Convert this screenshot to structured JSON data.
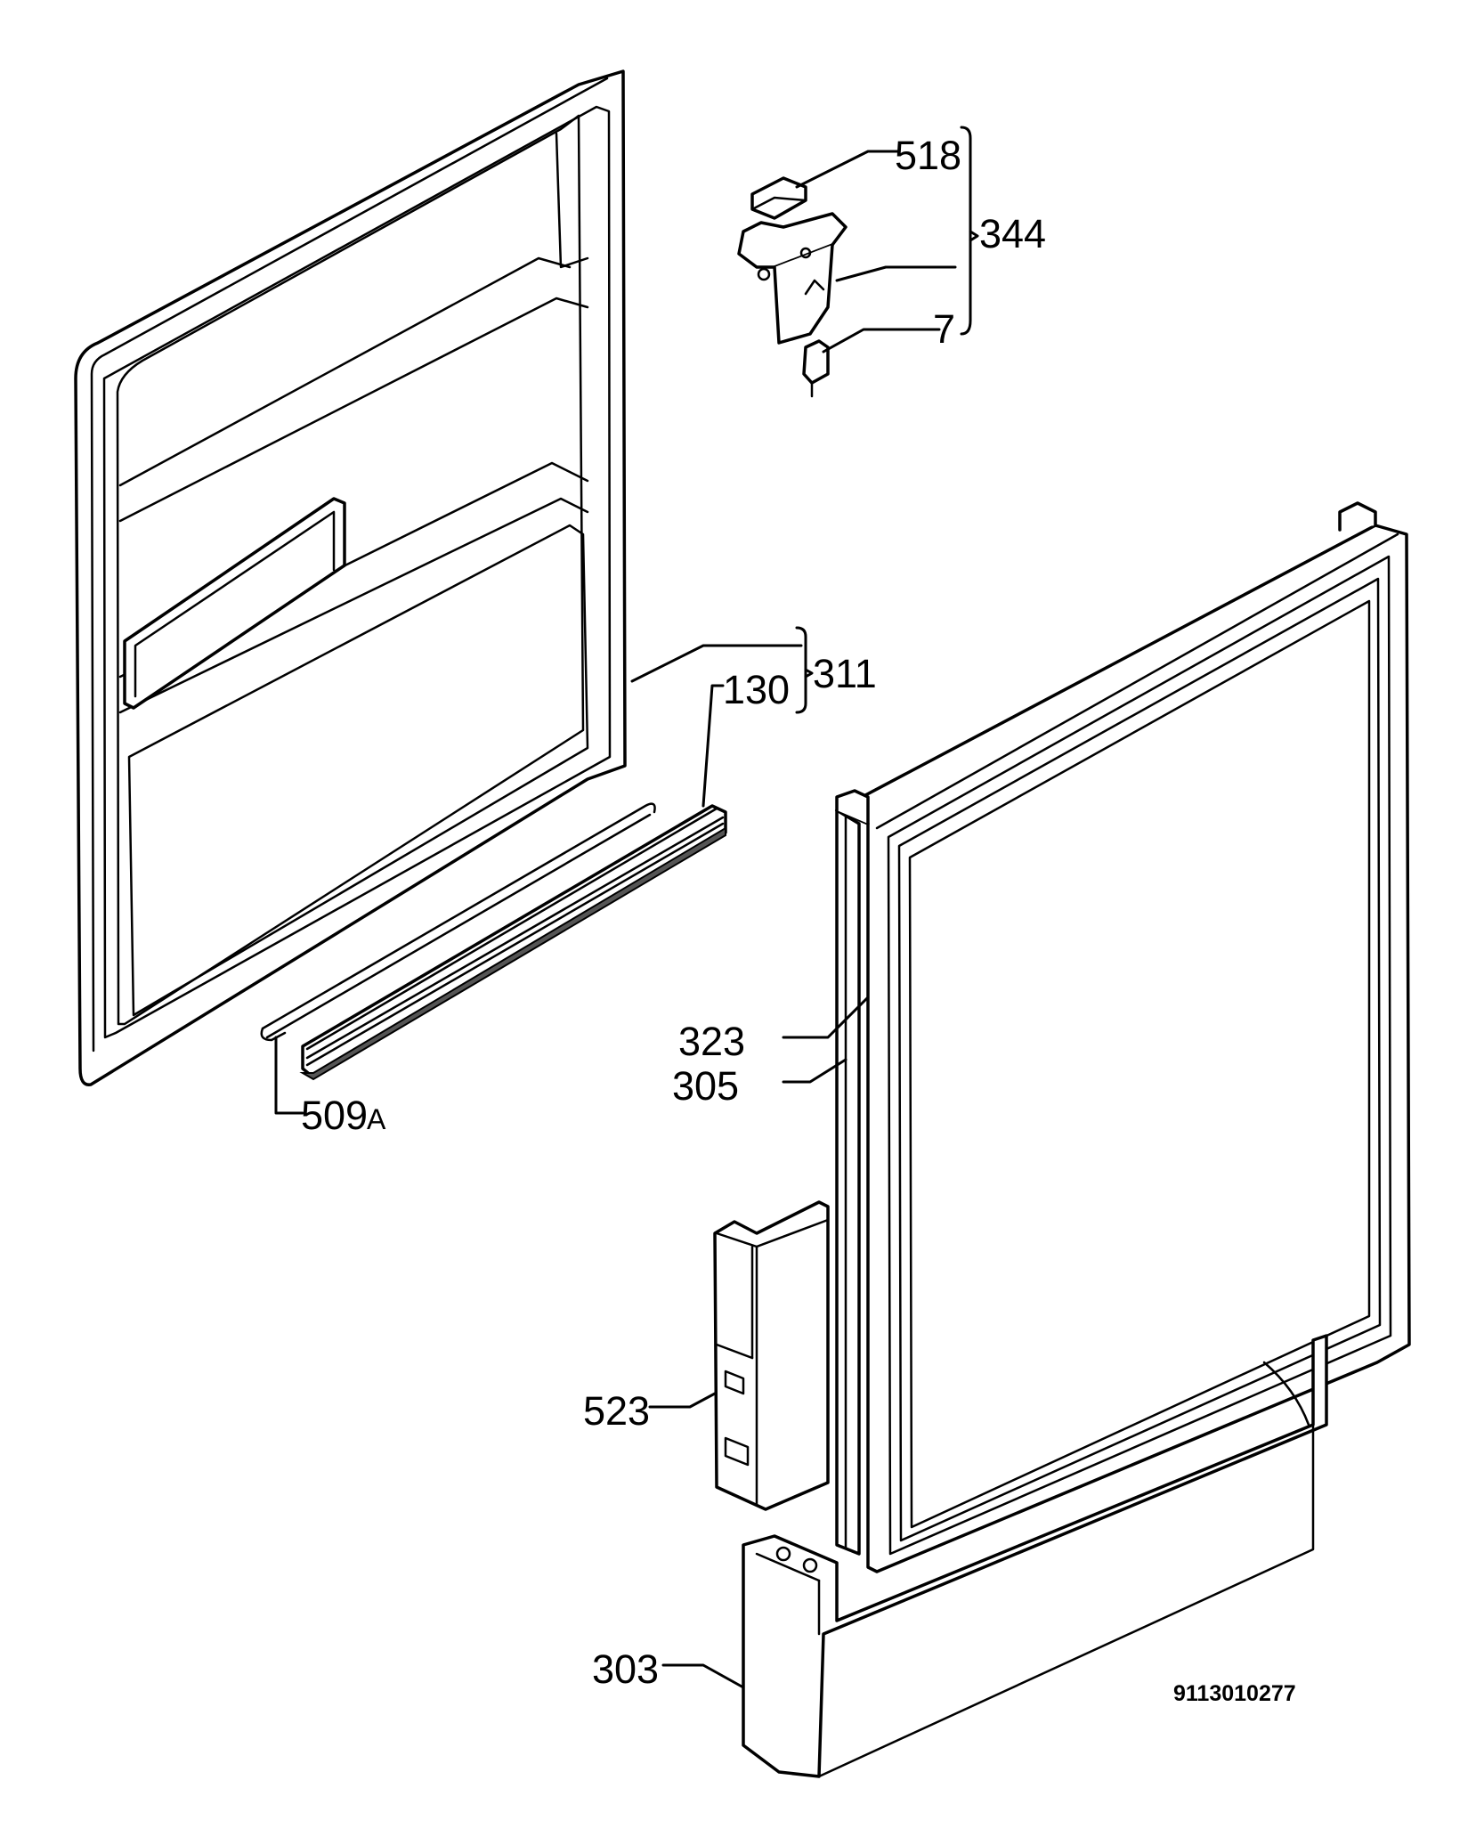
{
  "callouts": {
    "c518": "518",
    "c344": "344",
    "c7": "7",
    "c311": "311",
    "c130": "130",
    "c509_num": "509",
    "c509_suffix": "A",
    "c323": "323",
    "c305": "305",
    "c523": "523",
    "c303": "303"
  },
  "drawing_code": "9113010277"
}
